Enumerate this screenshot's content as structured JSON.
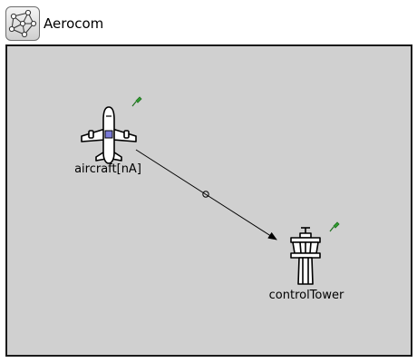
{
  "window": {
    "title": "Aerocom",
    "icon": "network-icon"
  },
  "colors": {
    "canvas_background": "#d0d0d0",
    "canvas_border": "#1a1a1a",
    "status_pin": "#2e9e2e",
    "aircraft_marker": "#7a7ad8",
    "connection": "#000000"
  },
  "nodes": {
    "aircraft": {
      "label": "aircraft[nA]",
      "icon": "airplane-icon"
    },
    "control_tower": {
      "label": "controlTower",
      "icon": "control-tower-icon"
    }
  },
  "connection": {
    "from": "aircraft[nA]",
    "to": "controlTower",
    "style": "directed-arrow-with-midpoint-circle"
  }
}
